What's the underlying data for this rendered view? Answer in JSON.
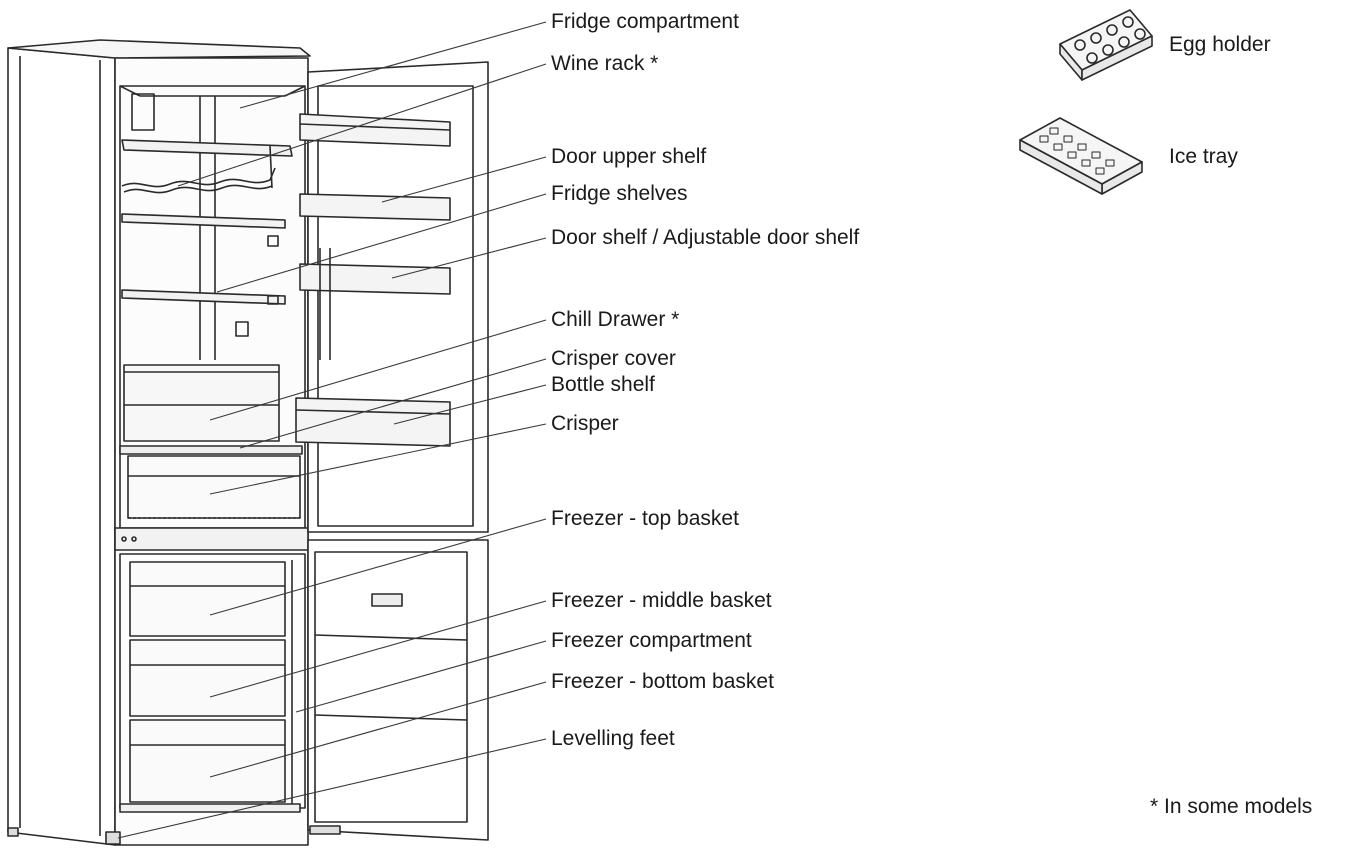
{
  "labels": {
    "fridge_compartment": "Fridge compartment",
    "wine_rack": "Wine rack *",
    "door_upper_shelf": "Door upper shelf",
    "fridge_shelves": "Fridge shelves",
    "door_shelf": "Door shelf / Adjustable door shelf",
    "chill_drawer": "Chill Drawer *",
    "crisper_cover": "Crisper cover",
    "bottle_shelf": "Bottle shelf",
    "crisper": "Crisper",
    "freezer_top_basket": "Freezer - top basket",
    "freezer_middle_basket": "Freezer - middle basket",
    "freezer_compartment": "Freezer compartment",
    "freezer_bottom_basket": "Freezer - bottom basket",
    "levelling_feet": "Levelling feet"
  },
  "accessories": {
    "egg_holder": "Egg holder",
    "ice_tray": "Ice tray"
  },
  "footnote": "* In some models"
}
